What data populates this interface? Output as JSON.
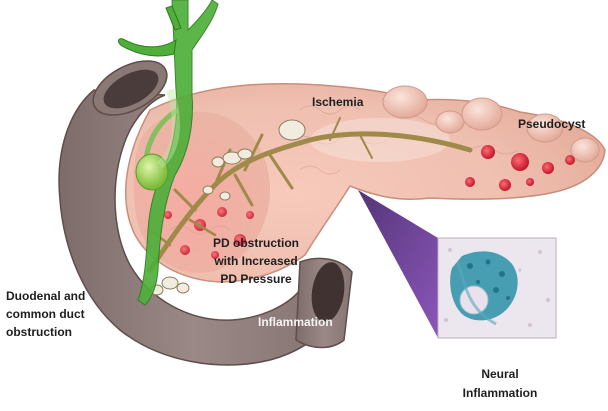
{
  "labels": {
    "ischemia": "Ischemia",
    "pseudocyst": "Pseudocyst",
    "pd_obstruction": [
      "PD obstruction",
      "with Increased",
      "PD Pressure"
    ],
    "duodenal": [
      "Duodenal and",
      "common duct",
      "obstruction"
    ],
    "inflammation": "Inflammation",
    "neural": [
      "Neural",
      "Inflammation"
    ]
  },
  "colors": {
    "pancreas": "#efbfb0",
    "duodenum": "#8c7b78",
    "bile_duct": "#4faf3a",
    "duct_network": "#a08a4a",
    "hemorrhage": "#d8283a",
    "wedge": "#5c2a8c",
    "histology_stain": "#2a8fa6"
  }
}
